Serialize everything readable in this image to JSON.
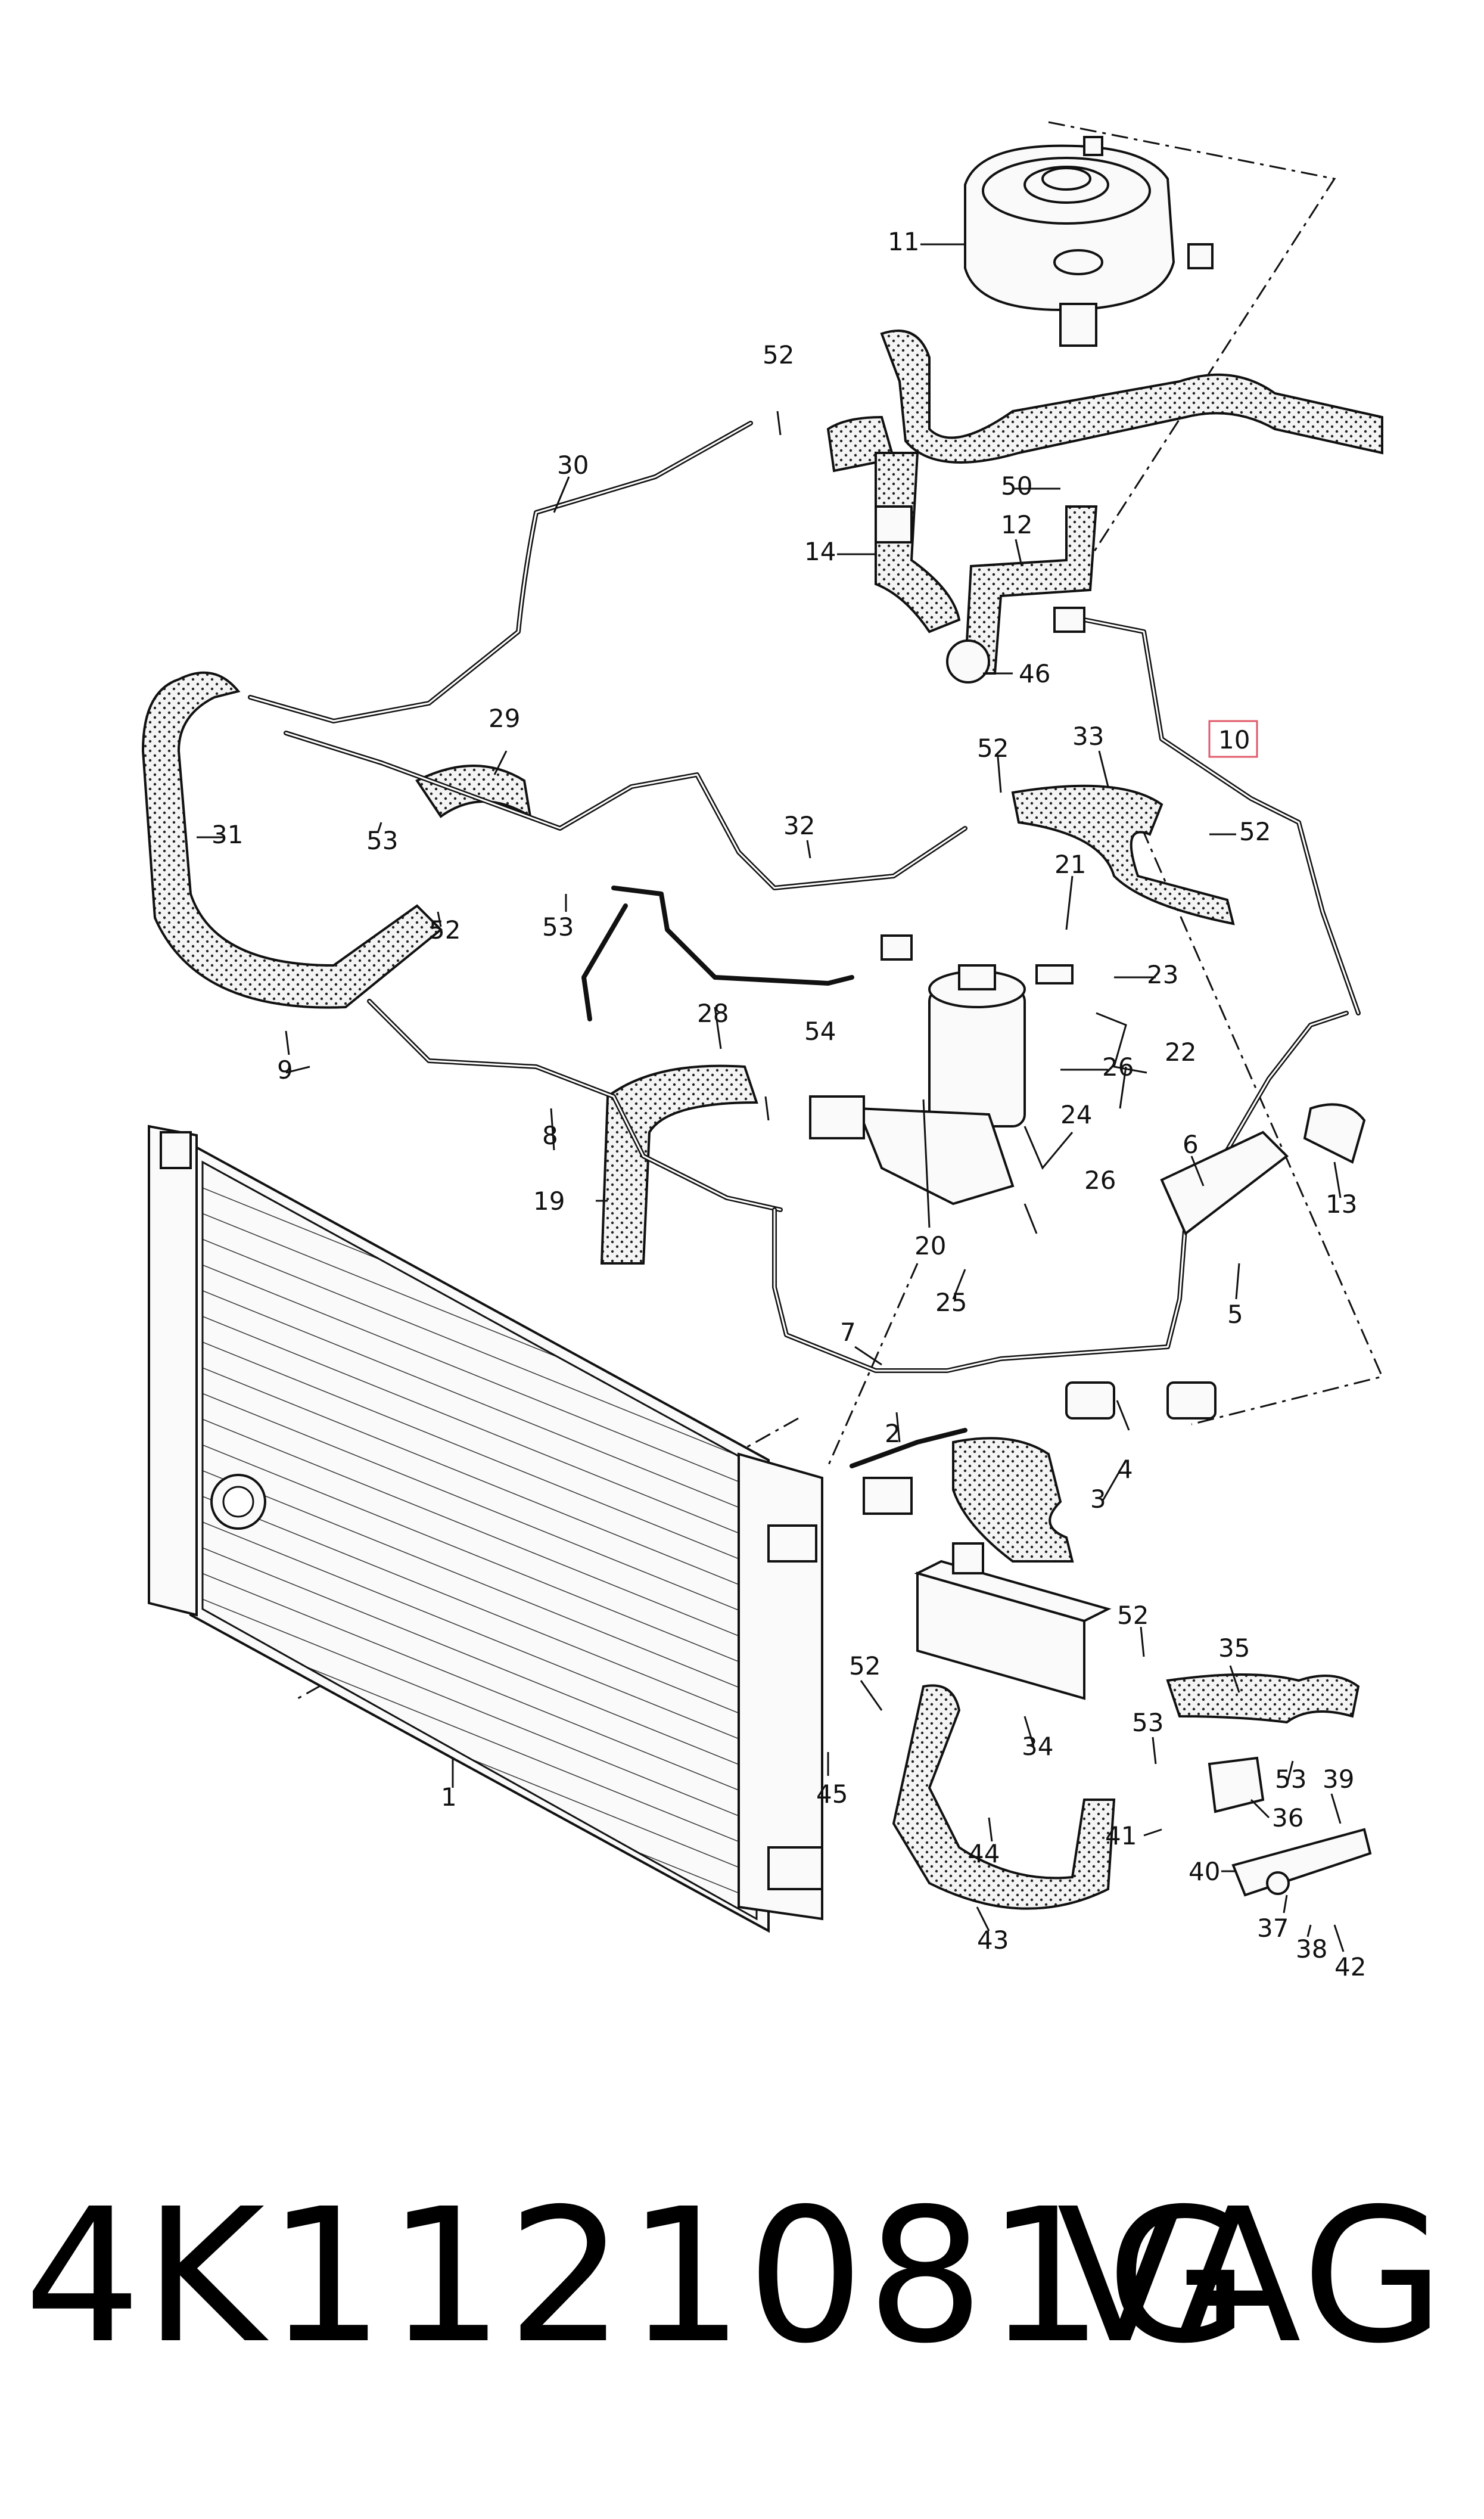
{
  "callouts": {
    "c1": "1",
    "c2": "2",
    "c3": "3",
    "c4": "4",
    "c5": "5",
    "c6": "6",
    "c7": "7",
    "c8": "8",
    "c9": "9",
    "c10": "10",
    "c11": "11",
    "c12": "12",
    "c13": "13",
    "c14": "14",
    "c19": "19",
    "c20": "20",
    "c21": "21",
    "c22": "22",
    "c23": "23",
    "c24": "24",
    "c25": "25",
    "c26a": "26",
    "c26b": "26",
    "c28": "28",
    "c29": "29",
    "c30": "30",
    "c31": "31",
    "c32": "32",
    "c33": "33",
    "c34": "34",
    "c35": "35",
    "c36": "36",
    "c37": "37",
    "c38": "38",
    "c39": "39",
    "c40": "40",
    "c41": "41",
    "c42": "42",
    "c43": "43",
    "c44": "44",
    "c45": "45",
    "c46": "46",
    "c50": "50",
    "c52a": "52",
    "c52b": "52",
    "c52c": "52",
    "c52d": "52",
    "c52e": "52",
    "c52f": "52",
    "c53a": "53",
    "c53b": "53",
    "c53c": "53",
    "c53d": "53",
    "c54": "54"
  },
  "footer": {
    "part_number": "4K1121081G",
    "brand": "VAG"
  },
  "colors": {
    "highlight_box": "#e05a6a",
    "line": "#111111"
  }
}
